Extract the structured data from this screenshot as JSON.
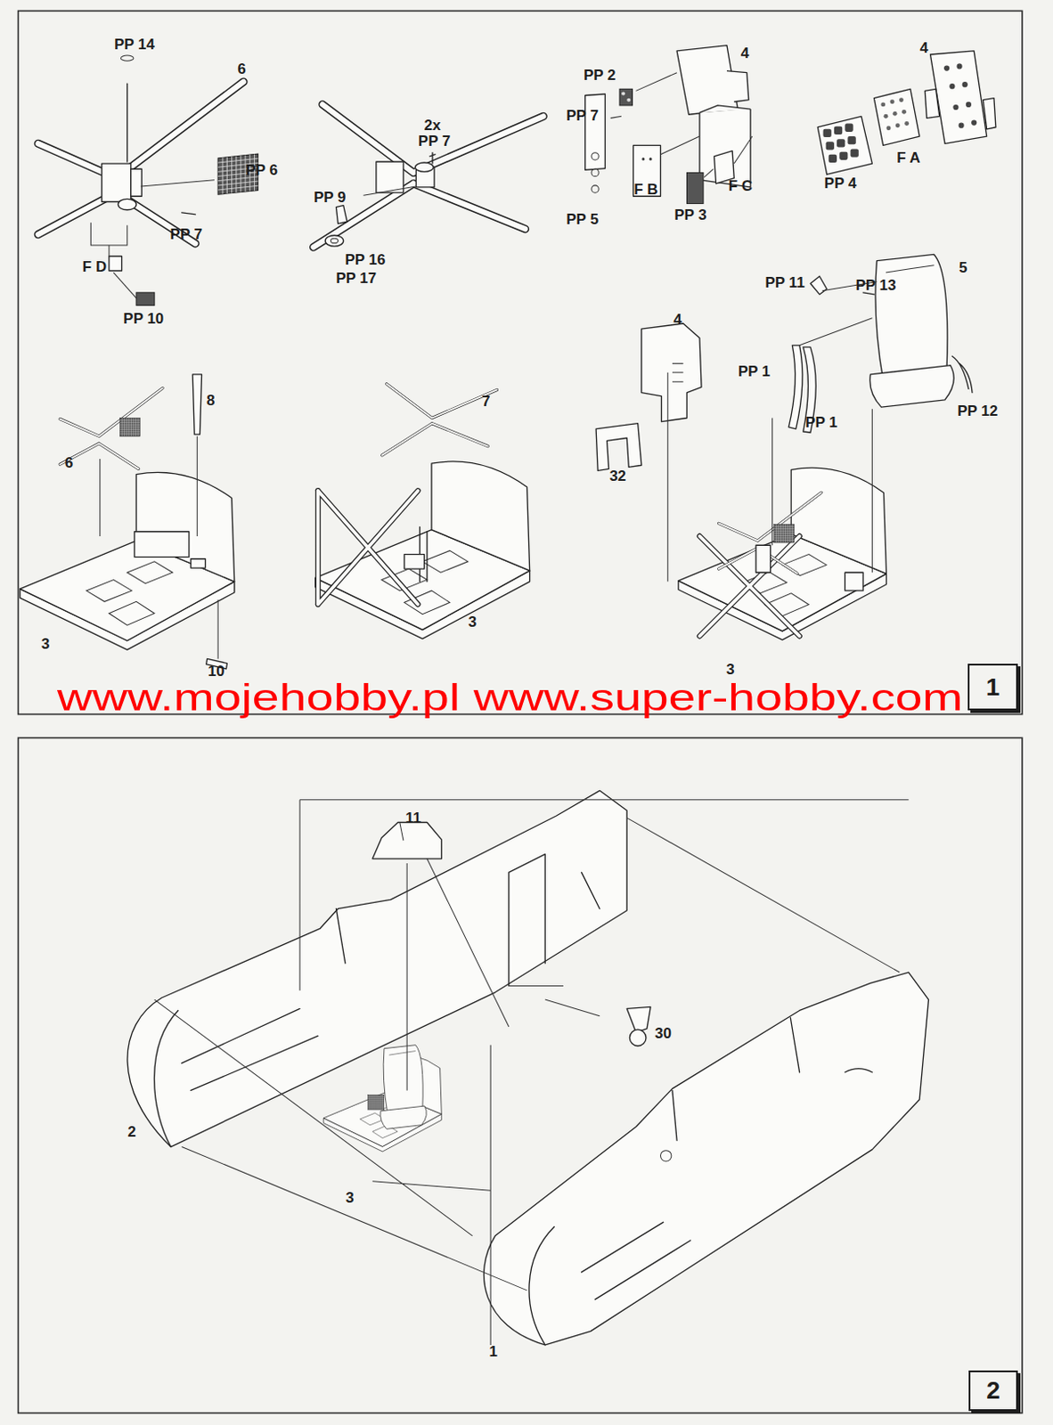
{
  "diagram": {
    "nodes": [
      {
        "text": [
          "1"
        ]
      },
      {
        "text": [
          "2"
        ]
      }
    ],
    "labels": [
      "PP 14",
      "6",
      "2x",
      "PP 7",
      "PP 2",
      "4",
      "4",
      "PP 7",
      "PP 6",
      "PP 9",
      "F B",
      "F C",
      "F A",
      "PP 4",
      "PP 5",
      "PP 3",
      "PP 7",
      "PP 16",
      "PP 17",
      "F D",
      "PP 10",
      "PP 11",
      "PP 13",
      "5",
      "4",
      "PP 1",
      "PP 12",
      "PP 1",
      "8",
      "7",
      "6",
      "32",
      "3",
      "3",
      "10",
      "3",
      "www.mojehobby.pl www.super-hobby.com",
      "11",
      "30",
      "2",
      "3",
      "1"
    ]
  }
}
